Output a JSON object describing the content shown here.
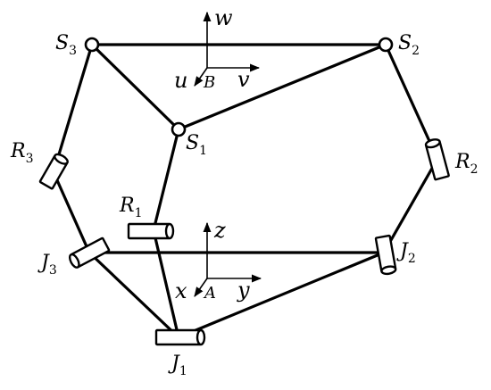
{
  "labels": {
    "S3": {
      "main": "S",
      "sub": "3"
    },
    "S2": {
      "main": "S",
      "sub": "2"
    },
    "S1": {
      "main": "S",
      "sub": "1"
    },
    "R3": {
      "main": "R",
      "sub": "3"
    },
    "R2": {
      "main": "R",
      "sub": "2"
    },
    "R1": {
      "main": "R",
      "sub": "1"
    },
    "J3": {
      "main": "J",
      "sub": "3"
    },
    "J2": {
      "main": "J",
      "sub": "2"
    },
    "J1": {
      "main": "J",
      "sub": "1"
    }
  },
  "frame_B": {
    "w": "w",
    "u": "u",
    "v": "v",
    "origin": "B"
  },
  "frame_A": {
    "z": "z",
    "x": "x",
    "y": "y",
    "origin": "A"
  }
}
